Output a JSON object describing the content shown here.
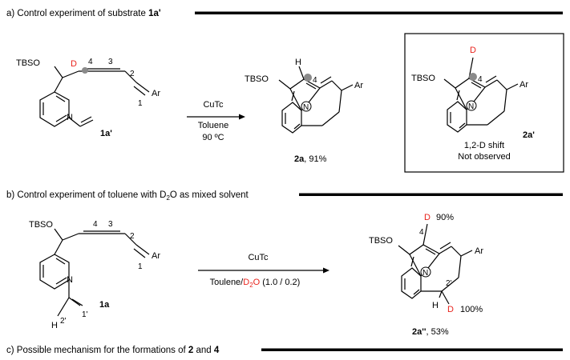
{
  "section_a": {
    "header_prefix": "a) Control experiment of substrate ",
    "header_bold": "1a'",
    "substrate": {
      "protecting_group": "TBSO",
      "label_d": "D",
      "pos4": "4",
      "pos3": "3",
      "pos2": "2",
      "pos1": "1",
      "ar": "Ar",
      "n": "N",
      "compound_label": "1a'"
    },
    "conditions": {
      "reagent": "CuTc",
      "solvent": "Toluene",
      "temperature": "90 ºC"
    },
    "product": {
      "protecting_group": "TBSO",
      "label_h": "H",
      "pos4": "4",
      "n": "N",
      "ar": "Ar",
      "compound_label": "2a",
      "yield": ", 91%"
    },
    "box": {
      "protecting_group": "TBSO",
      "label_d": "D",
      "pos4": "4",
      "n": "N",
      "ar": "Ar",
      "compound_label": "2a'",
      "note_line1": "1,2-D shift",
      "note_line2": "Not observed"
    }
  },
  "section_b": {
    "header_prefix": "b) Control experiment of toluene with D",
    "header_sub": "2",
    "header_suffix": "O as mixed solvent",
    "substrate": {
      "protecting_group": "TBSO",
      "pos4": "4",
      "pos3": "3",
      "pos2": "2",
      "pos1": "1",
      "ar": "Ar",
      "n": "N",
      "h": "H",
      "pos2p": "2'",
      "pos1p": "1'",
      "compound_label": "1a"
    },
    "conditions": {
      "reagent": "CuTc",
      "solvent_prefix": "Toulene/",
      "solvent_d": "D",
      "solvent_sub": "2",
      "solvent_o": "O",
      "ratio": " (1.0 / 0.2)"
    },
    "product": {
      "protecting_group": "TBSO",
      "label_d1": "D",
      "d1_percent": "90%",
      "pos4": "4",
      "n": "N",
      "ar": "Ar",
      "pos2p": "2'",
      "h": "H",
      "label_d2": "D",
      "d2_percent": "100%",
      "compound_label": "2a''",
      "yield": ", 53%"
    }
  },
  "section_c": {
    "header_prefix": "c) Possible mechanism for the formations of ",
    "bold1": "2",
    "and": " and ",
    "bold2": "4"
  },
  "colors": {
    "deuterium": "#e8231c",
    "ink": "#000000",
    "grey_dot": "#8a8a8a"
  }
}
